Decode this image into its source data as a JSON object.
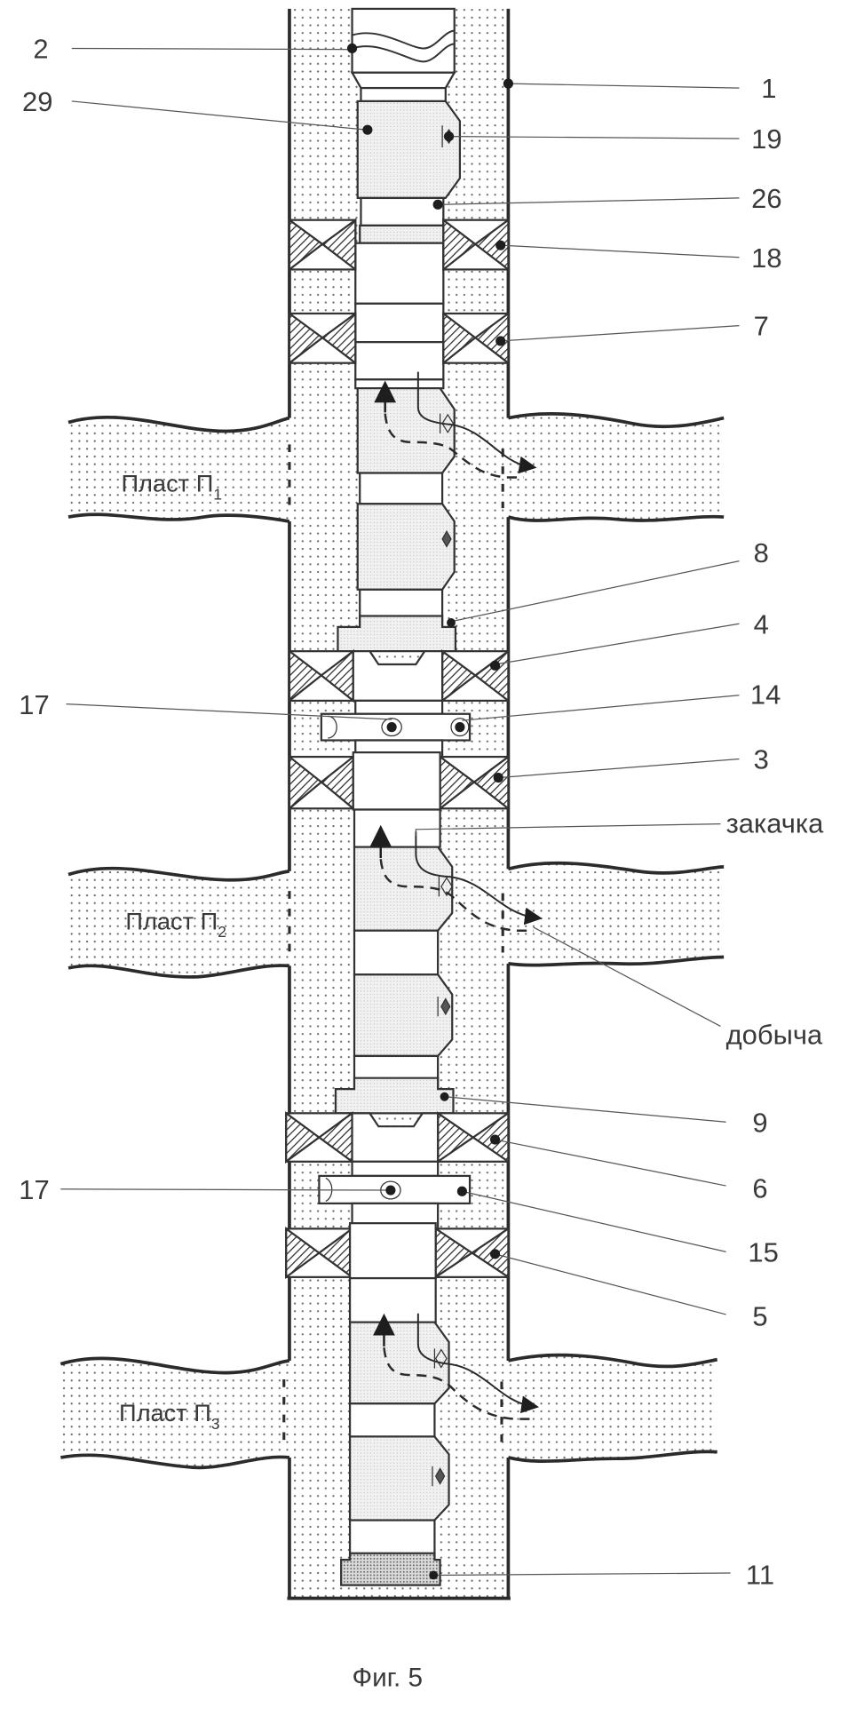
{
  "figure": {
    "caption": "Фиг. 5",
    "type": "well-cross-section-schematic"
  },
  "formations": [
    {
      "id": "p1",
      "label_main": "Пласт П",
      "label_sub": "1"
    },
    {
      "id": "p2",
      "label_main": "Пласт П",
      "label_sub": "2"
    },
    {
      "id": "p3",
      "label_main": "Пласт П",
      "label_sub": "3"
    }
  ],
  "callouts": {
    "left": [
      {
        "id": "2",
        "text": "2"
      },
      {
        "id": "29",
        "text": "29"
      },
      {
        "id": "17a",
        "text": "17"
      },
      {
        "id": "17b",
        "text": "17"
      }
    ],
    "right": [
      {
        "id": "1",
        "text": "1"
      },
      {
        "id": "19",
        "text": "19"
      },
      {
        "id": "26",
        "text": "26"
      },
      {
        "id": "18",
        "text": "18"
      },
      {
        "id": "7",
        "text": "7"
      },
      {
        "id": "8",
        "text": "8"
      },
      {
        "id": "4",
        "text": "4"
      },
      {
        "id": "14",
        "text": "14"
      },
      {
        "id": "3",
        "text": "3"
      },
      {
        "id": "injection",
        "text": "закачка"
      },
      {
        "id": "production",
        "text": "добыча"
      },
      {
        "id": "9",
        "text": "9"
      },
      {
        "id": "6",
        "text": "6"
      },
      {
        "id": "15",
        "text": "15"
      },
      {
        "id": "5",
        "text": "5"
      },
      {
        "id": "11",
        "text": "11"
      }
    ]
  },
  "colors": {
    "line": "#2b2b2b",
    "dot_fill": "#8a8a8a",
    "tool_fill": "#ececec",
    "plug_fill": "#bdbdbd"
  }
}
